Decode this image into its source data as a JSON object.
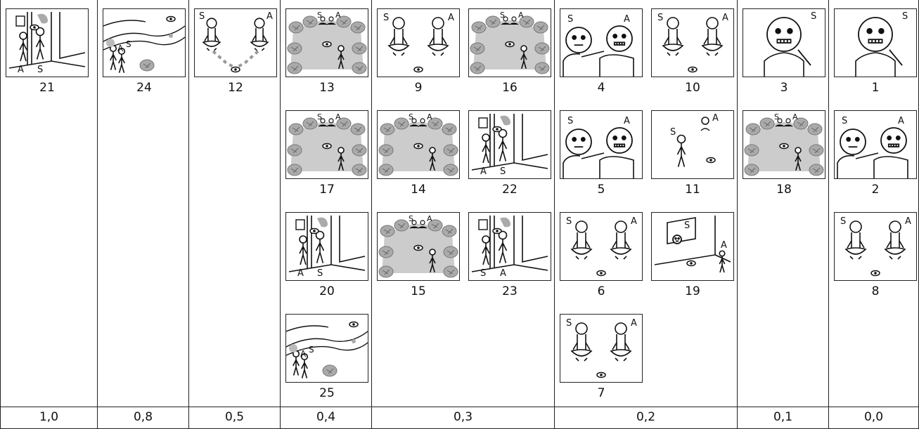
{
  "columns": [
    {
      "score": "1,0",
      "cells": [
        {
          "num": "21",
          "scene": "doorway",
          "labels": [
            "A",
            "S"
          ]
        }
      ]
    },
    {
      "score": "0,8",
      "cells": [
        {
          "num": "24",
          "scene": "river",
          "labels": [
            "A",
            "S"
          ]
        }
      ]
    },
    {
      "score": "0,5",
      "cells": [
        {
          "num": "12",
          "scene": "two-meditators-path",
          "labels": [
            "S",
            "A"
          ]
        }
      ]
    },
    {
      "score": "0,4",
      "cells": [
        {
          "num": "13",
          "scene": "arena",
          "labels": [
            "S",
            "A"
          ]
        },
        {
          "num": "17",
          "scene": "arena",
          "labels": [
            "S",
            "A"
          ]
        },
        {
          "num": "20",
          "scene": "doorway",
          "labels": [
            "A",
            "S"
          ]
        },
        {
          "num": "25",
          "scene": "river",
          "labels": [
            "A",
            "S"
          ]
        }
      ]
    },
    {
      "score": "0,3",
      "cells": [
        {
          "num": "9",
          "scene": "two-meditators",
          "labels": [
            "S",
            "A"
          ]
        },
        {
          "num": "16",
          "scene": "arena",
          "labels": [
            "S",
            "A"
          ]
        },
        {
          "num": "14",
          "scene": "arena",
          "labels": [
            "S",
            "A"
          ]
        },
        {
          "num": "22",
          "scene": "doorway",
          "labels": [
            "A",
            "S"
          ]
        },
        {
          "num": "15",
          "scene": "arena",
          "labels": [
            "S",
            "A"
          ]
        },
        {
          "num": "23",
          "scene": "doorway",
          "labels": [
            "S",
            "A"
          ]
        }
      ]
    },
    {
      "score": "0,2",
      "cells": [
        {
          "num": "4",
          "scene": "two-faces",
          "labels": [
            "S",
            "A"
          ]
        },
        {
          "num": "10",
          "scene": "two-meditators",
          "labels": [
            "S",
            "A"
          ]
        },
        {
          "num": "5",
          "scene": "two-faces",
          "labels": [
            "S",
            "A"
          ]
        },
        {
          "num": "11",
          "scene": "sitter",
          "labels": [
            "S",
            "A"
          ]
        },
        {
          "num": "6",
          "scene": "two-meditators",
          "labels": [
            "S",
            "A"
          ]
        },
        {
          "num": "19",
          "scene": "window",
          "labels": [
            "S",
            "A"
          ]
        },
        {
          "num": "7",
          "scene": "two-meditators",
          "labels": [
            "S",
            "A"
          ]
        }
      ]
    },
    {
      "score": "0,1",
      "cells": [
        {
          "num": "3",
          "scene": "one-face",
          "labels": [
            "S"
          ]
        },
        {
          "num": "18",
          "scene": "arena",
          "labels": [
            "S",
            "A"
          ]
        }
      ]
    },
    {
      "score": "0,0",
      "cells": [
        {
          "num": "1",
          "scene": "one-face",
          "labels": [
            "S"
          ]
        },
        {
          "num": "2",
          "scene": "two-faces",
          "labels": [
            "S",
            "A"
          ]
        },
        {
          "num": "8",
          "scene": "two-meditators",
          "labels": [
            "S",
            "A"
          ]
        }
      ]
    }
  ]
}
